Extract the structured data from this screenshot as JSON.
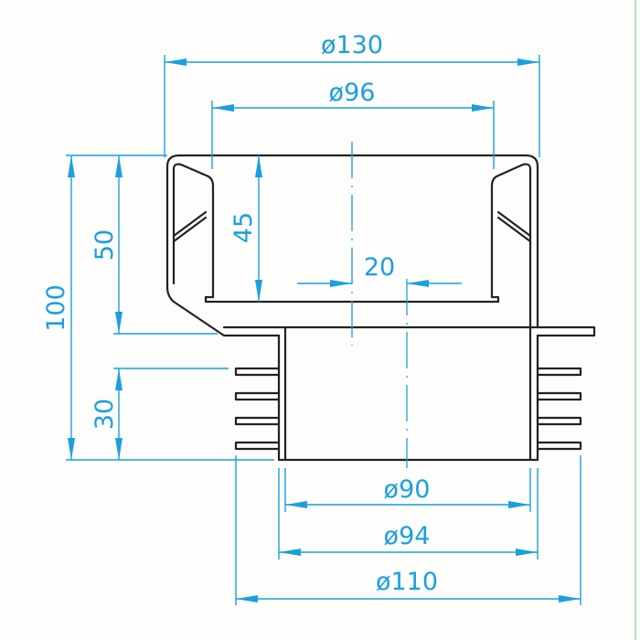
{
  "drawing": {
    "dimensions": {
      "outer_top_diameter": "ø130",
      "inner_top_diameter": "ø96",
      "total_height": "100",
      "upper_height": "50",
      "socket_depth": "45",
      "fin_height": "30",
      "offset": "20",
      "pipe_inner_diameter": "ø90",
      "pipe_outer_diameter": "ø94",
      "fin_diameter": "ø110"
    },
    "colors": {
      "dimension": "#1a9fe0",
      "part": "#222222",
      "border": "#9ed9a8"
    }
  }
}
